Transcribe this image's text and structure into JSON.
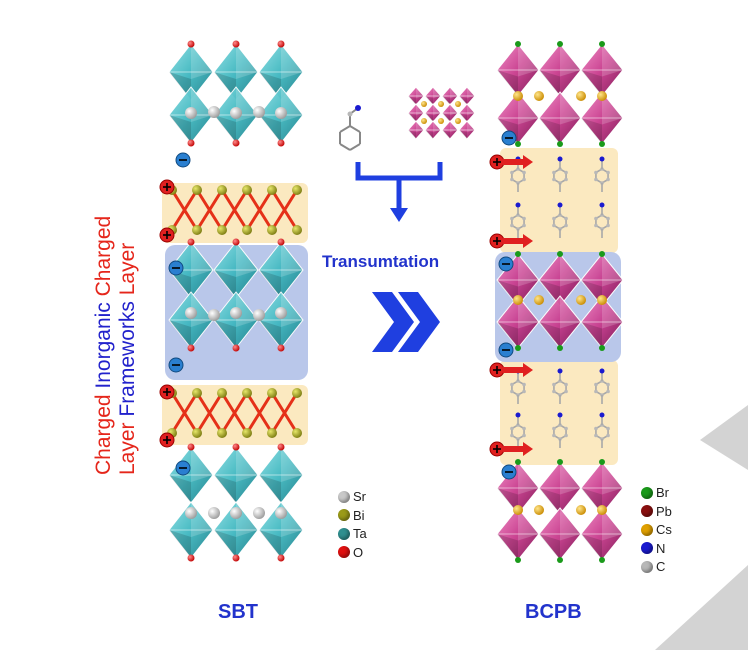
{
  "side_title": {
    "line1": [
      "Charged",
      " Inorganic ",
      "Charged"
    ],
    "line2": [
      "Layer",
      " Frameworks ",
      "Layer"
    ]
  },
  "center": {
    "transmutation": "Transumtation"
  },
  "bottom": {
    "left_label": "SBT",
    "right_label": "BCPB"
  },
  "legend_left": [
    {
      "label": "Sr",
      "color": "#c8c8c8"
    },
    {
      "label": "Bi",
      "color": "#9a9a18"
    },
    {
      "label": "Ta",
      "color": "#2f8f8f"
    },
    {
      "label": "O",
      "color": "#e01010"
    }
  ],
  "legend_right": [
    {
      "label": "Br",
      "color": "#1a9a1a"
    },
    {
      "label": "Pb",
      "color": "#8a0f0f"
    },
    {
      "label": "Cs",
      "color": "#e0a000"
    },
    {
      "label": "N",
      "color": "#1a1ad0"
    },
    {
      "label": "C",
      "color": "#b8b8b8"
    }
  ],
  "colors": {
    "teal_octahedron": "#3fb7c0",
    "magenta_octahedron": "#c83a8c",
    "yellow_layer": "#fbe9c0",
    "blue_layer": "#b9c7ea",
    "arrow_blue": "#1f3fe0",
    "charge_red": "#e02020",
    "charge_blue": "#2a7fd0"
  },
  "icons": [
    "plus-charge-icon",
    "minus-charge-icon",
    "double-chevron-right-icon",
    "down-arrow-icon",
    "right-arrow-icon"
  ]
}
